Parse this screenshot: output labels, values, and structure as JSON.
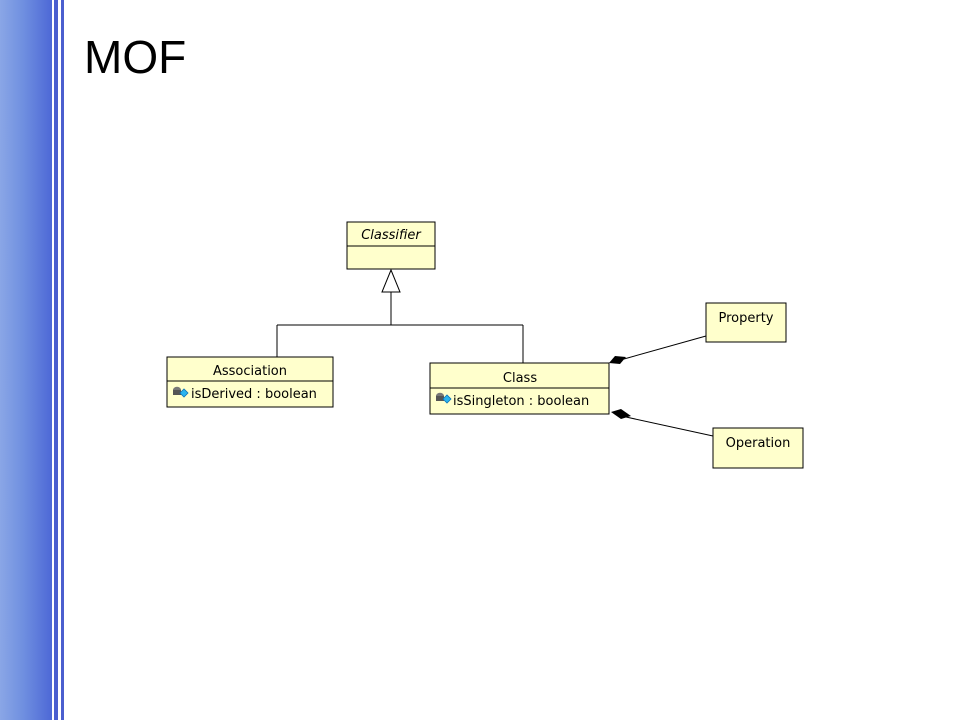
{
  "slide": {
    "title": "MOF"
  },
  "diagram": {
    "type": "uml-class-diagram",
    "box_fill": "#ffffcc",
    "classes": {
      "classifier": {
        "name": "Classifier",
        "abstract": true
      },
      "association": {
        "name": "Association",
        "attribute": "isDerived : boolean"
      },
      "class": {
        "name": "Class",
        "attribute": "isSingleton : boolean"
      },
      "property": {
        "name": "Property"
      },
      "operation": {
        "name": "Operation"
      }
    },
    "relationships": [
      {
        "kind": "generalization",
        "from": "Association",
        "to": "Classifier"
      },
      {
        "kind": "generalization",
        "from": "Class",
        "to": "Classifier"
      },
      {
        "kind": "composition",
        "whole": "Class",
        "part": "Property"
      },
      {
        "kind": "composition",
        "whole": "Class",
        "part": "Operation"
      }
    ]
  }
}
